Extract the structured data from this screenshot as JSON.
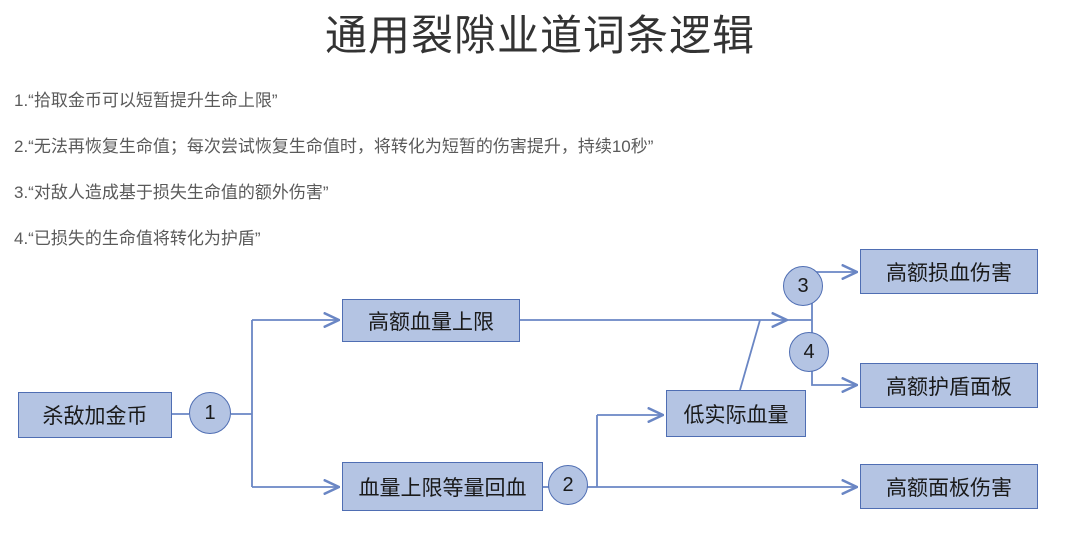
{
  "title": "通用裂隙业道词条逻辑",
  "bullets": [
    "1.“拾取金币可以短暂提升生命上限”",
    "2.“无法再恢复生命值；每次尝试恢复生命值时，将转化为短暂的伤害提升，持续10秒”",
    "3.“对敌人造成基于损失生命值的额外伤害”",
    "4.“已损失的生命值将转化为护盾”"
  ],
  "flowchart": {
    "type": "diagram",
    "colors": {
      "node_fill": "#b4c4e3",
      "node_border": "#4f6eb3",
      "connector": "#6a86c4",
      "title_text": "#333333",
      "bullet_text": "#5a5a5a",
      "background": "#ffffff"
    },
    "nodes": [
      {
        "id": "kill_gold",
        "label": "杀敌加金币"
      },
      {
        "id": "high_hp_cap",
        "label": "高额血量上限"
      },
      {
        "id": "hp_cap_heal",
        "label": "血量上限等量回血"
      },
      {
        "id": "low_real_hp",
        "label": "低实际血量"
      },
      {
        "id": "high_lost_dmg",
        "label": "高额损血伤害"
      },
      {
        "id": "high_shield",
        "label": "高额护盾面板"
      },
      {
        "id": "high_panel_dmg",
        "label": "高额面板伤害"
      }
    ],
    "markers": [
      {
        "id": "m1",
        "label": "1"
      },
      {
        "id": "m2",
        "label": "2"
      },
      {
        "id": "m3",
        "label": "3"
      },
      {
        "id": "m4",
        "label": "4"
      }
    ],
    "edges": [
      {
        "from": "kill_gold",
        "via": "1",
        "to": "high_hp_cap"
      },
      {
        "from": "kill_gold",
        "via": "1",
        "to": "hp_cap_heal"
      },
      {
        "from": "hp_cap_heal",
        "via": "2",
        "to": "low_real_hp"
      },
      {
        "from": "hp_cap_heal",
        "via": "2",
        "to": "high_panel_dmg"
      },
      {
        "from": "high_hp_cap",
        "via": "3",
        "to": "high_lost_dmg"
      },
      {
        "from": "low_real_hp",
        "via": "4",
        "to": "high_shield"
      }
    ]
  }
}
